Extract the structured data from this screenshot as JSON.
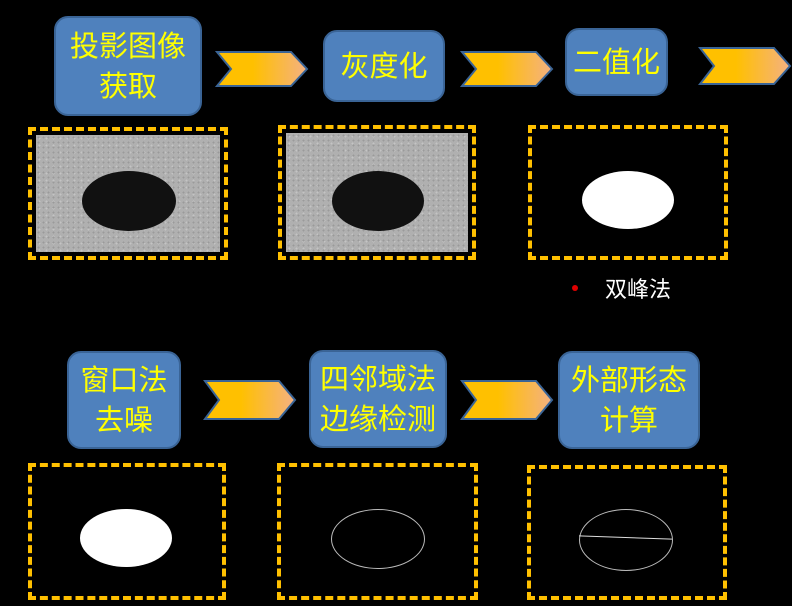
{
  "steps": [
    {
      "lines": [
        "投影图像",
        "获取"
      ]
    },
    {
      "lines": [
        "灰度化"
      ]
    },
    {
      "lines": [
        "二值化"
      ]
    },
    {
      "lines": [
        "窗口法",
        "去噪"
      ]
    },
    {
      "lines": [
        "四邻域法",
        "边缘检测"
      ]
    },
    {
      "lines": [
        "外部形态",
        "计算"
      ]
    }
  ],
  "note": "双峰法",
  "colors": {
    "box": "#4f81bd",
    "text": "#ffff00",
    "frame": "#ffc000",
    "bullet": "#e00000"
  }
}
